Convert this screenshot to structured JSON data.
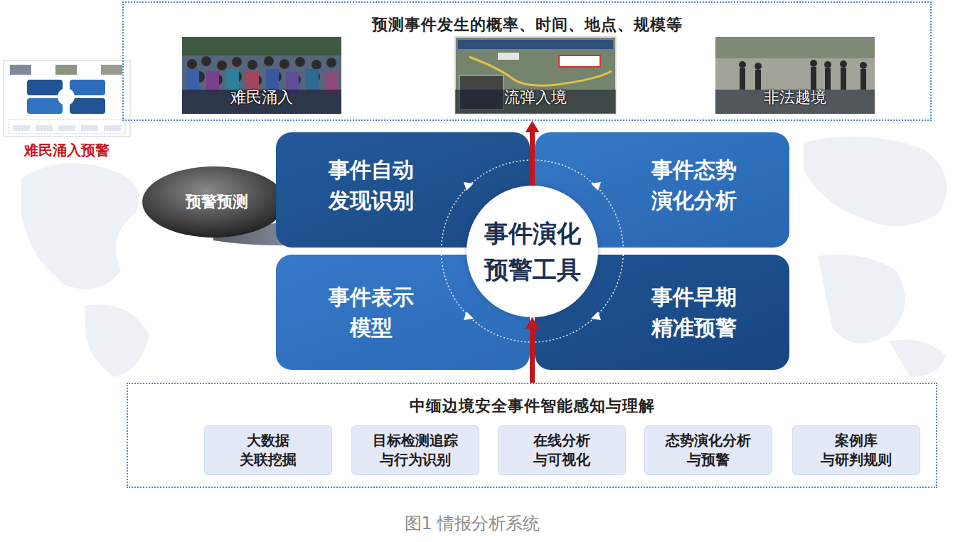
{
  "diagram": {
    "caption": "图1 情报分析系统",
    "nodes": [
      {
        "text": [
          "预测事件发生的概率、时间、地点、规模等"
        ]
      },
      {
        "text": [
          "难民涌入"
        ],
        "in": 0
      },
      {
        "text": [
          "流弹入境"
        ],
        "in": 0
      },
      {
        "text": [
          "非法越境"
        ],
        "in": 0
      },
      {
        "text": [
          "难民涌入预警"
        ]
      },
      {
        "text": [
          "预警预测"
        ]
      },
      {
        "text": [
          "事件自动 发现识别"
        ]
      },
      {
        "text": [
          "事件态势 演化分析"
        ]
      },
      {
        "text": [
          "事件表示 模型"
        ]
      },
      {
        "text": [
          "事件早期 精准预警"
        ]
      },
      {
        "text": [
          "事件演化 预警工具"
        ]
      },
      {
        "text": [
          "中缅边境安全事件智能感知与理解"
        ]
      },
      {
        "text": [
          "大数据 关联挖掘"
        ],
        "in": 11
      },
      {
        "text": [
          "目标检测追踪 与行为识别"
        ],
        "in": 11
      },
      {
        "text": [
          "在线分析 与可视化"
        ],
        "in": 11
      },
      {
        "text": [
          "态势演化分析 与预警"
        ],
        "in": 11
      },
      {
        "text": [
          "案例库 与研判规则"
        ],
        "in": 11
      }
    ],
    "edges": [
      {
        "from": 11,
        "to": 10,
        "arrow": "to"
      },
      {
        "from": 10,
        "to": 0,
        "arrow": "to"
      }
    ]
  }
}
